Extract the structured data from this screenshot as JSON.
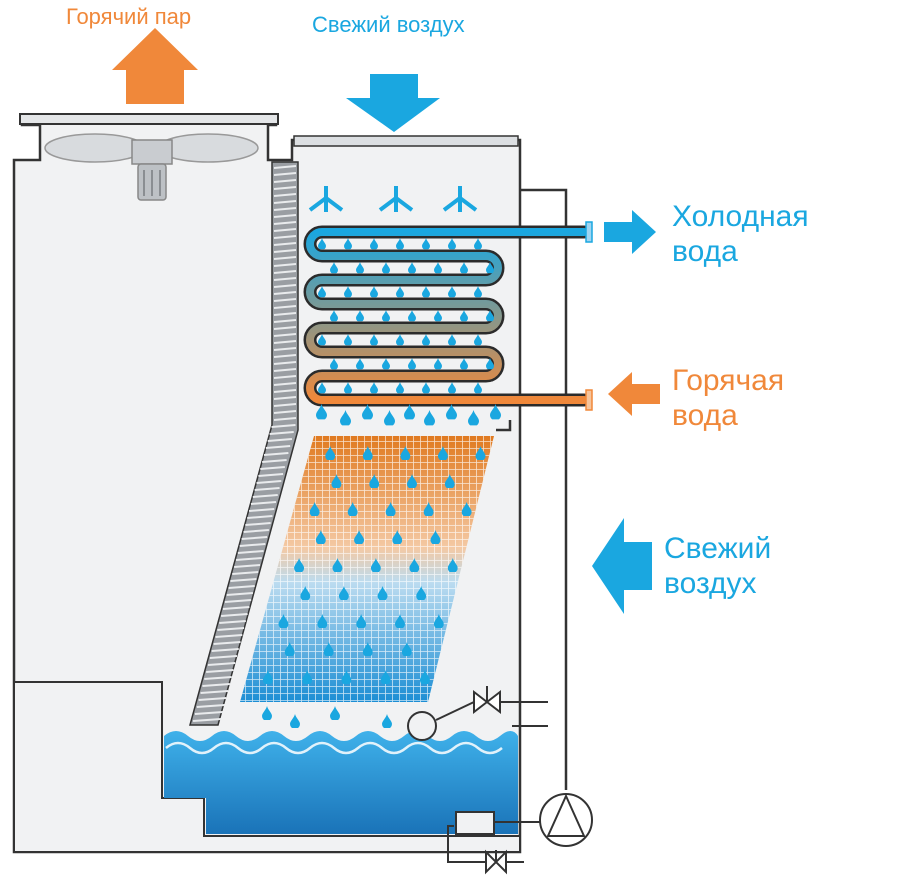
{
  "labels": {
    "hot_steam": "Горячий пар",
    "fresh_air_top": "Свежий воздух",
    "cold_water_1": "Холодная",
    "cold_water_2": "вода",
    "hot_water_1": "Горячая",
    "hot_water_2": "вода",
    "fresh_air_side_1": "Свежий",
    "fresh_air_side_2": "воздух"
  },
  "colors": {
    "hot": "#f0883a",
    "cold": "#1aa7e0",
    "water_dark": "#1f7fc0",
    "frame": "#333333",
    "casing_fill": "#f1f2f3"
  }
}
